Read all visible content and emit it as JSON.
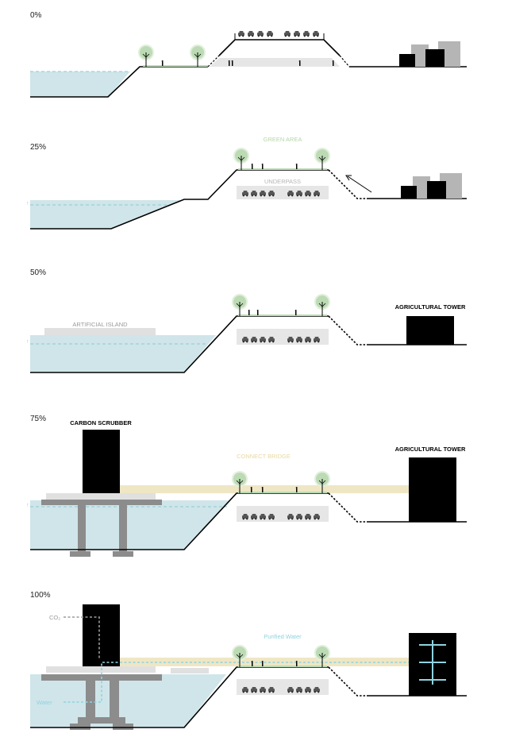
{
  "colors": {
    "water": "#cfe5e9",
    "water_dash": "#8ec9d4",
    "green": "#bcdbb4",
    "green_label": "#b6d6a8",
    "grey_light": "#e6e6e6",
    "grey_mid": "#c8c8c8",
    "grey_dark": "#8c8c8c",
    "bridge": "#efe6c4",
    "bridge_label": "#e8d9a0",
    "black": "#000000",
    "cyan": "#8fd3e0"
  },
  "panels": [
    {
      "percent": "0%"
    },
    {
      "percent": "25%"
    },
    {
      "percent": "50%"
    },
    {
      "percent": "75%"
    },
    {
      "percent": "100%"
    }
  ],
  "labels": {
    "green_area": "GREEN AREA",
    "underpass": "UNDERPASS",
    "artificial_island": "ARTIFICIAL ISLAND",
    "agricultural_tower": "AGRICULTURAL TOWER",
    "carbon_scrubber": "CARBON SCRUBBER",
    "connect_bridge": "CONNECT BRIDGE",
    "purified_water": "Purified Water",
    "co2": "CO₂",
    "water": "Water"
  }
}
